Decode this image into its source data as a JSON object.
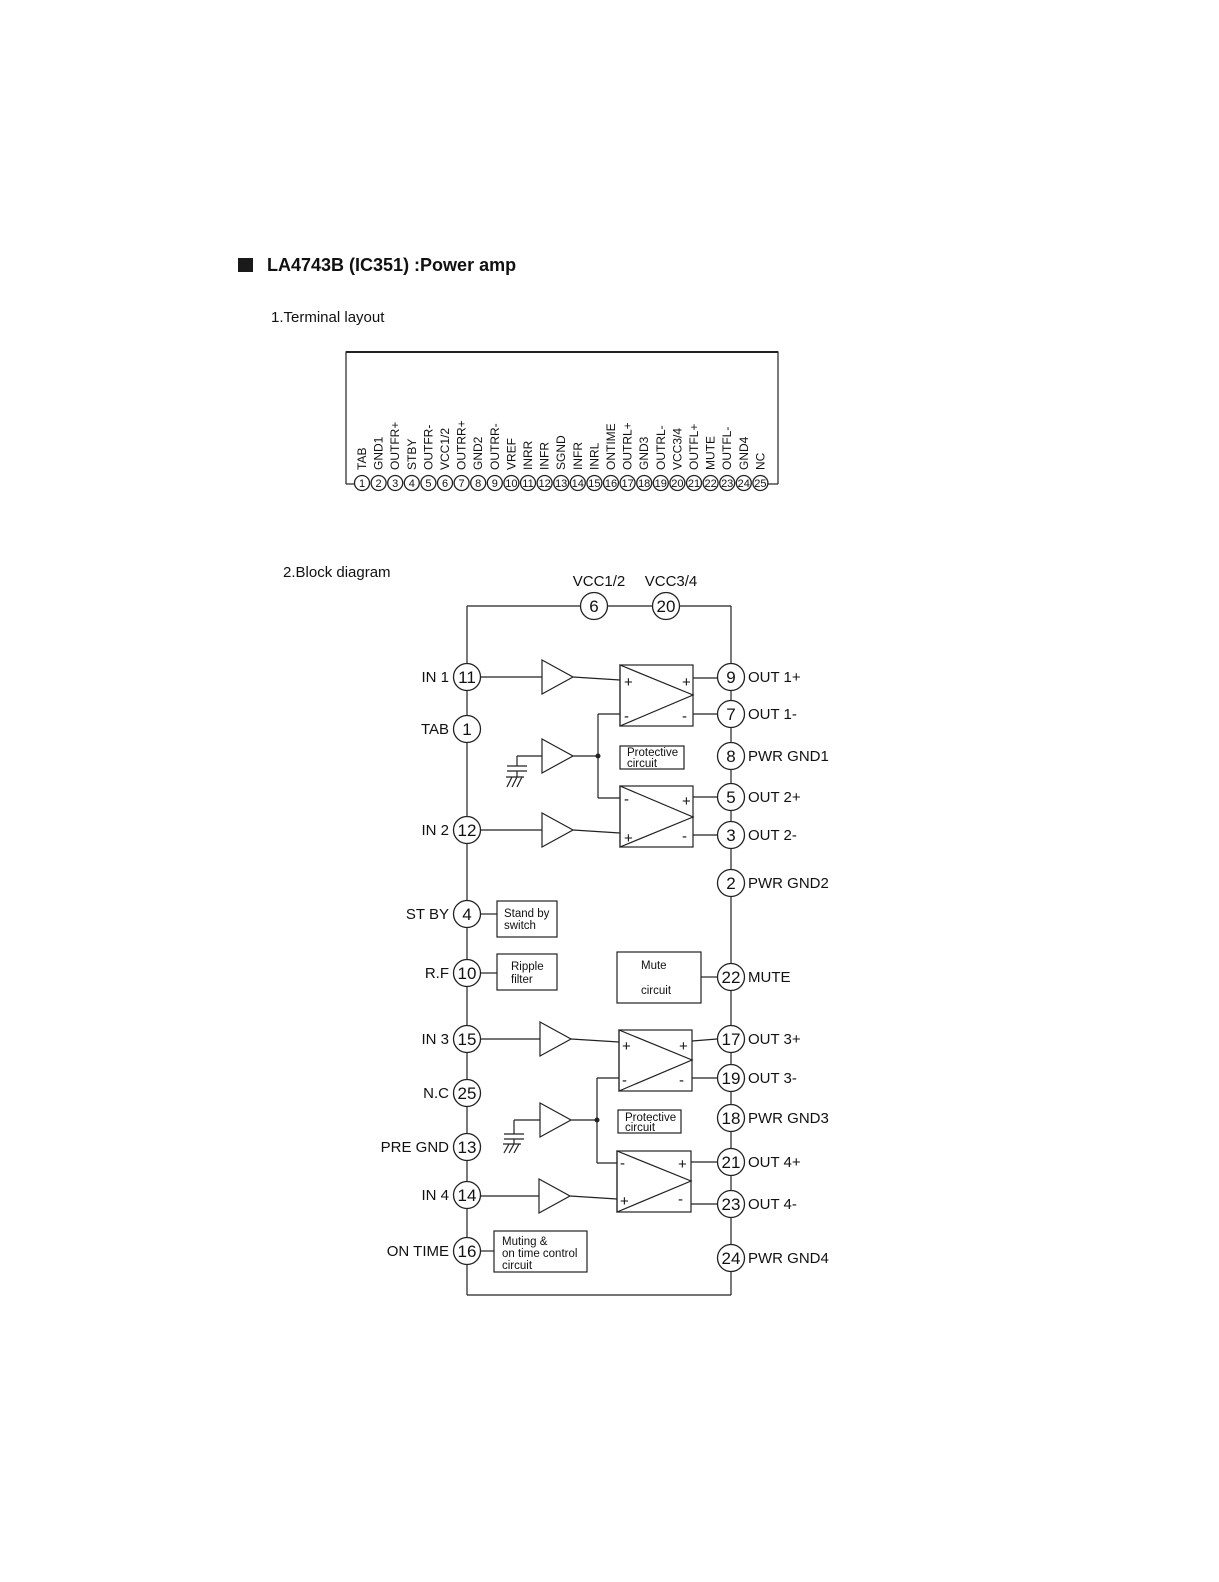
{
  "header": {
    "title": "LA4743B (IC351) :Power amp"
  },
  "sections": {
    "terminal_layout": "1.Terminal layout",
    "block_diagram": "2.Block diagram"
  },
  "terminal_pins": [
    {
      "num": "1",
      "name": "TAB"
    },
    {
      "num": "2",
      "name": "GND1"
    },
    {
      "num": "3",
      "name": "OUTFR+"
    },
    {
      "num": "4",
      "name": "STBY"
    },
    {
      "num": "5",
      "name": "OUTFR-"
    },
    {
      "num": "6",
      "name": "VCC1/2"
    },
    {
      "num": "7",
      "name": "OUTRR+"
    },
    {
      "num": "8",
      "name": "GND2"
    },
    {
      "num": "9",
      "name": "OUTRR-"
    },
    {
      "num": "10",
      "name": "VREF"
    },
    {
      "num": "11",
      "name": "INRR"
    },
    {
      "num": "12",
      "name": "INFR"
    },
    {
      "num": "13",
      "name": "SGND"
    },
    {
      "num": "14",
      "name": "INFR"
    },
    {
      "num": "15",
      "name": "INRL"
    },
    {
      "num": "16",
      "name": "ONTIME"
    },
    {
      "num": "17",
      "name": "OUTRL+"
    },
    {
      "num": "18",
      "name": "GND3"
    },
    {
      "num": "19",
      "name": "OUTRL-"
    },
    {
      "num": "20",
      "name": "VCC3/4"
    },
    {
      "num": "21",
      "name": "OUTFL+"
    },
    {
      "num": "22",
      "name": "MUTE"
    },
    {
      "num": "23",
      "name": "OUTFL-"
    },
    {
      "num": "24",
      "name": "GND4"
    },
    {
      "num": "25",
      "name": "NC"
    }
  ],
  "block": {
    "top_pins": [
      {
        "num": "6",
        "label": "VCC1/2"
      },
      {
        "num": "20",
        "label": "VCC3/4"
      }
    ],
    "left_pins": [
      {
        "num": "11",
        "label": "IN 1"
      },
      {
        "num": "1",
        "label": "TAB"
      },
      {
        "num": "12",
        "label": "IN 2"
      },
      {
        "num": "4",
        "label": "ST BY"
      },
      {
        "num": "10",
        "label": "R.F"
      },
      {
        "num": "15",
        "label": "IN 3"
      },
      {
        "num": "25",
        "label": "N.C"
      },
      {
        "num": "13",
        "label": "PRE GND"
      },
      {
        "num": "14",
        "label": "IN 4"
      },
      {
        "num": "16",
        "label": "ON TIME"
      }
    ],
    "right_pins": [
      {
        "num": "9",
        "label": "OUT 1+"
      },
      {
        "num": "7",
        "label": "OUT 1-"
      },
      {
        "num": "8",
        "label": "PWR GND1"
      },
      {
        "num": "5",
        "label": "OUT 2+"
      },
      {
        "num": "3",
        "label": "OUT 2-"
      },
      {
        "num": "2",
        "label": "PWR GND2"
      },
      {
        "num": "22",
        "label": "MUTE"
      },
      {
        "num": "17",
        "label": "OUT 3+"
      },
      {
        "num": "19",
        "label": "OUT 3-"
      },
      {
        "num": "18",
        "label": "PWR GND3"
      },
      {
        "num": "21",
        "label": "OUT 4+"
      },
      {
        "num": "23",
        "label": "OUT 4-"
      },
      {
        "num": "24",
        "label": "PWR GND4"
      }
    ],
    "boxes": {
      "protective_1": [
        "Protective",
        "circuit"
      ],
      "protective_2": [
        "Protective",
        "circuit"
      ],
      "standby": [
        "Stand by",
        "switch"
      ],
      "ripple": [
        "Ripple",
        "filter"
      ],
      "mute": [
        "Mute",
        "circuit"
      ],
      "muting": [
        "Muting &",
        "on time control",
        "circuit"
      ]
    },
    "signs": {
      "plus": "+",
      "minus": "-"
    }
  }
}
